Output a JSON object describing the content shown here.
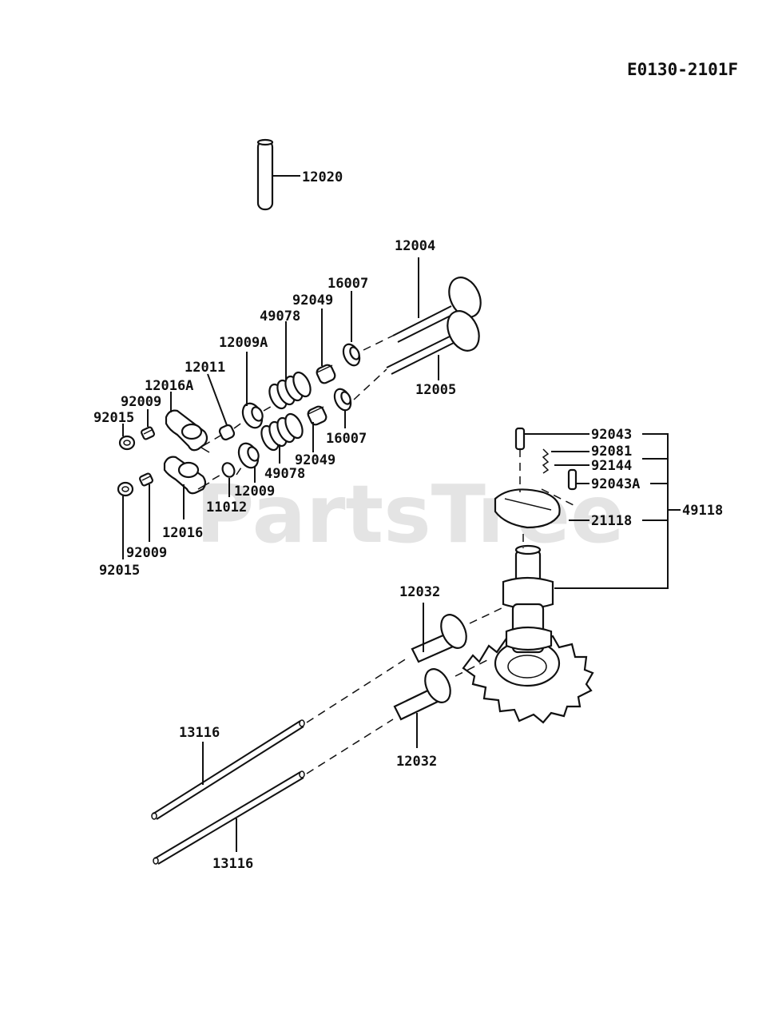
{
  "document_code": "E0130-2101F",
  "watermark": "PartsTree",
  "labels": {
    "p12020": "12020",
    "p12004": "12004",
    "p16007_top": "16007",
    "p92049_top": "92049",
    "p49078_top": "49078",
    "p12009A": "12009A",
    "p12011": "12011",
    "p12016A": "12016A",
    "p92009_top": "92009",
    "p92015_top": "92015",
    "p12005": "12005",
    "p16007_bot": "16007",
    "p92049_bot": "92049",
    "p49078_bot": "49078",
    "p12009": "12009",
    "p11012": "11012",
    "p12016": "12016",
    "p92009_bot": "92009",
    "p92015_bot": "92015",
    "p92043": "92043",
    "p92081": "92081",
    "p92144": "92144",
    "p92043A": "92043A",
    "p21118": "21118",
    "p49118": "49118",
    "p12032_top": "12032",
    "p12032_bot": "12032",
    "p13116_top": "13116",
    "p13116_bot": "13116"
  }
}
